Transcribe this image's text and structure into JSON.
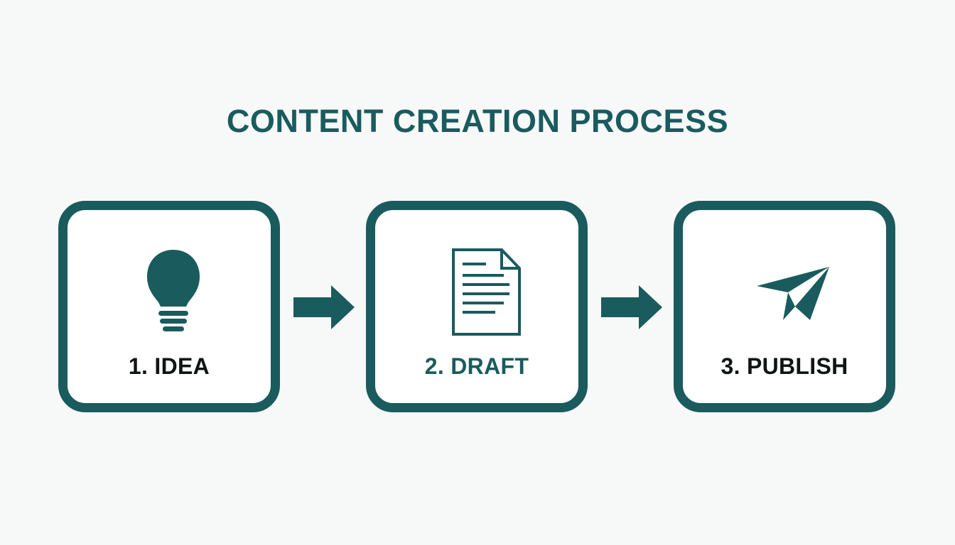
{
  "title": "CONTENT CREATION PROCESS",
  "colors": {
    "accent": "#1a5b5e",
    "label": "#111414",
    "background": "#f7f8f8"
  },
  "steps": [
    {
      "label": "1. IDEA",
      "icon": "lightbulb-icon"
    },
    {
      "label": "2. DRAFT",
      "icon": "document-icon"
    },
    {
      "label": "3. PUBLISH",
      "icon": "paper-plane-icon"
    }
  ]
}
